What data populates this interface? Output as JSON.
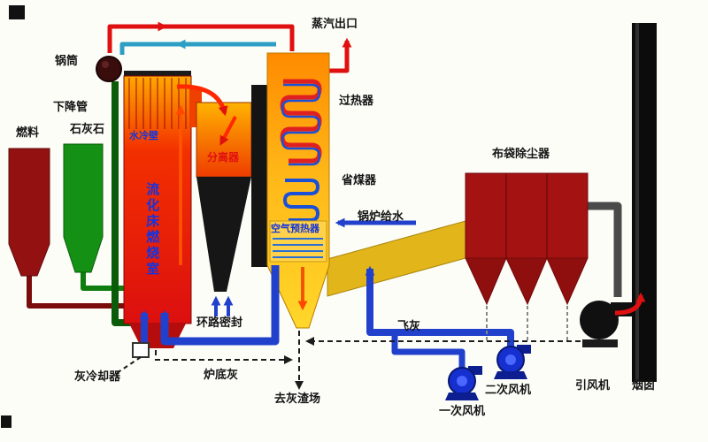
{
  "labels": {
    "fuel": "燃料",
    "limestone": "石灰石",
    "boiler_drum": "锅筒",
    "downcomer": "下降管",
    "water_wall": "水冷壁",
    "separator": "分离器",
    "combustion_chamber": "流化床燃烧室",
    "steam_outlet": "蒸汽出口",
    "superheater": "过热器",
    "economizer": "省煤器",
    "boiler_feedwater": "锅炉给水",
    "air_preheater": "空气预热器",
    "bag_filter": "布袋除尘器",
    "loop_seal": "环路密封",
    "fly_ash": "飞灰",
    "ash_cooler": "灰冷却器",
    "bottom_ash": "炉底灰",
    "to_ash_yard": "去灰渣场",
    "primary_fan": "一次风机",
    "secondary_fan": "二次风机",
    "induced_draft_fan": "引风机",
    "chimney": "烟囱"
  },
  "colors": {
    "furnace_red": "#dc0f0f",
    "hopper_dark_red": "#941111",
    "limestone_green": "#149114",
    "backpass_yellow": "#ffc718",
    "flue_duct_yellow": "#e2b51b",
    "pipe_blue": "#2141cc",
    "steam_red": "#e01010",
    "teal_pipe": "#2d9fc4",
    "baghouse_red": "#a51212",
    "stack_black": "#0c0c0c",
    "label_blue": "#1536d8"
  }
}
